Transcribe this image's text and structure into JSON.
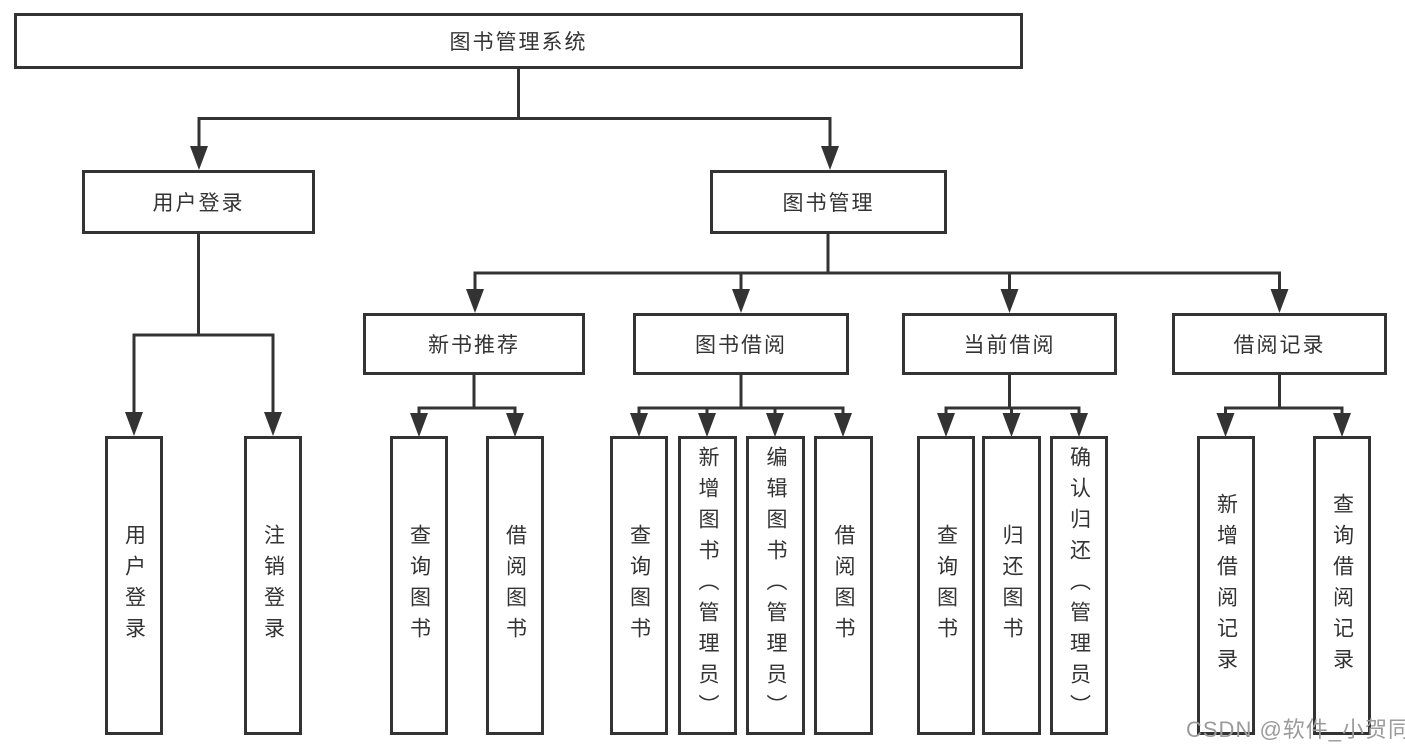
{
  "tree": {
    "root": "图书管理系统",
    "level1": [
      "用户登录",
      "图书管理"
    ],
    "level2": [
      "新书推荐",
      "图书借阅",
      "当前借阅",
      "借阅记录"
    ],
    "leaves_login": [
      "用户登录",
      "注销登录"
    ],
    "leaves_recommend": [
      "查询图书",
      "借阅图书"
    ],
    "leaves_borrow": [
      "查询图书",
      "新增图书（管理员）",
      "编辑图书（管理员）",
      "借阅图书"
    ],
    "leaves_current": [
      "查询图书",
      "归还图书",
      "确认归还（管理员）"
    ],
    "leaves_record": [
      "新增借阅记录",
      "查询借阅记录"
    ]
  },
  "watermark": "CSDN @软件_小贺同学",
  "colors": {
    "line": "#333333",
    "node_border": "#333333",
    "node_background": "#ffffff",
    "text": "#333333",
    "watermark": "#9b9b9b",
    "page_background": "#ffffff"
  }
}
